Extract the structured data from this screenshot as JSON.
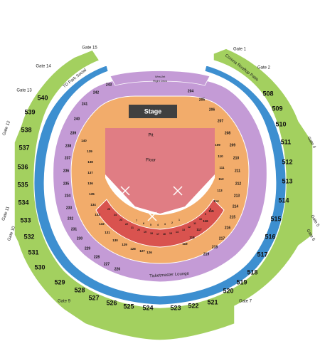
{
  "colors": {
    "green": "#a3d05f",
    "purple": "#c49bd6",
    "orange": "#f2ac6b",
    "red": "#d9534f",
    "pit": "#e07d84",
    "blue": "#3d8fd0",
    "stage": "#404040",
    "flight_deck": "#c49bd6",
    "white_line": "#ffffff"
  },
  "stage": {
    "label": "Stage"
  },
  "pit": {
    "label": "Pit"
  },
  "floor": {
    "label": "Floor"
  },
  "flight_deck": {
    "line1": "WestJet",
    "line2": "Flight Deck"
  },
  "gates": [
    {
      "label": "Gate 1"
    },
    {
      "label": "Gate 2"
    },
    {
      "label": "Gate 4"
    },
    {
      "label": "Gate 5"
    },
    {
      "label": "Gate 6"
    },
    {
      "label": "Gate 7"
    },
    {
      "label": "Gate 9"
    },
    {
      "label": "Gate 10"
    },
    {
      "label": "Gate 11"
    },
    {
      "label": "Gate 12"
    },
    {
      "label": "Gate 13"
    },
    {
      "label": "Gate 14"
    },
    {
      "label": "Gate 15"
    }
  ],
  "venue_labels": {
    "corona": "Corona Rooftop Patio",
    "td_social": "TD Park Social",
    "ticketmaster": "Ticketmaster Lounge"
  },
  "sections_500": [
    "540",
    "539",
    "538",
    "537",
    "536",
    "535",
    "534",
    "533",
    "532",
    "531",
    "530",
    "529",
    "528",
    "527",
    "526",
    "525",
    "524",
    "523",
    "522",
    "521",
    "520",
    "519",
    "518",
    "517",
    "516",
    "515",
    "514",
    "513",
    "512",
    "511",
    "510",
    "509",
    "508"
  ],
  "sections_200": [
    "242",
    "241",
    "240",
    "239",
    "238",
    "237",
    "236",
    "235",
    "234",
    "233",
    "232",
    "231",
    "230",
    "229",
    "228",
    "227",
    "226",
    "219",
    "218",
    "217",
    "216",
    "215",
    "214",
    "213",
    "212",
    "211",
    "210",
    "209",
    "208",
    "207",
    "206",
    "205",
    "204",
    "243"
  ],
  "sections_100": [
    "140",
    "139",
    "138",
    "137",
    "136",
    "135",
    "134",
    "133",
    "132",
    "131",
    "130",
    "129",
    "128",
    "127",
    "126",
    "119",
    "118",
    "117",
    "116",
    "115",
    "114",
    "113",
    "112",
    "111",
    "110",
    "109"
  ],
  "sections_lower_red": [
    "25",
    "24",
    "23",
    "22",
    "21",
    "20",
    "19",
    "18",
    "17",
    "16",
    "15",
    "14",
    "13",
    "12",
    "11",
    "10",
    "9",
    "8",
    "7",
    "6",
    "5",
    "4",
    "3",
    "2",
    "1"
  ]
}
